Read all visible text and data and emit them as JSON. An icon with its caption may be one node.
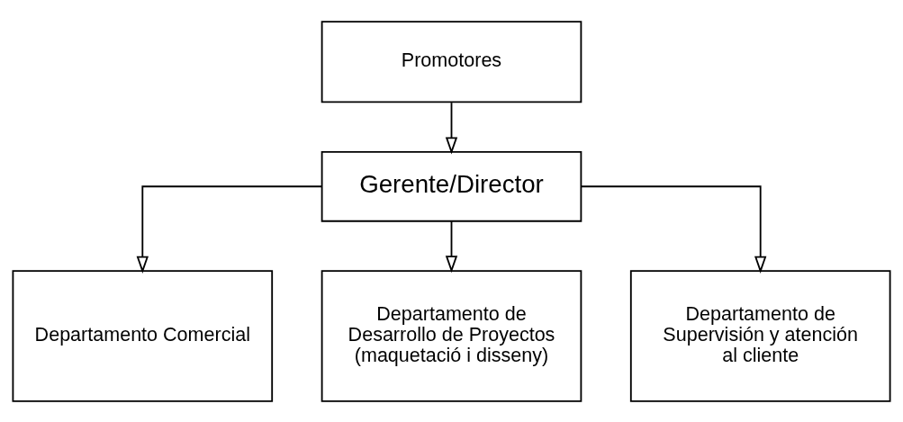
{
  "diagram": {
    "nodes": [
      {
        "text": [
          "Promotores"
        ]
      },
      {
        "text": [
          "Gerente/Director"
        ]
      },
      {
        "text": [
          "Departamento Comercial"
        ]
      },
      {
        "text": [
          "Departamento de Desarrollo de Proyectos (maquetació i disseny)"
        ]
      },
      {
        "text": [
          "Departamento de Supervisión y atención al cliente"
        ]
      }
    ],
    "edges": [
      {
        "from": 0,
        "to": 1,
        "arrow": "to"
      },
      {
        "from": 1,
        "to": 2,
        "arrow": "to"
      },
      {
        "from": 1,
        "to": 3,
        "arrow": "to"
      },
      {
        "from": 1,
        "to": 4,
        "arrow": "to"
      }
    ]
  }
}
